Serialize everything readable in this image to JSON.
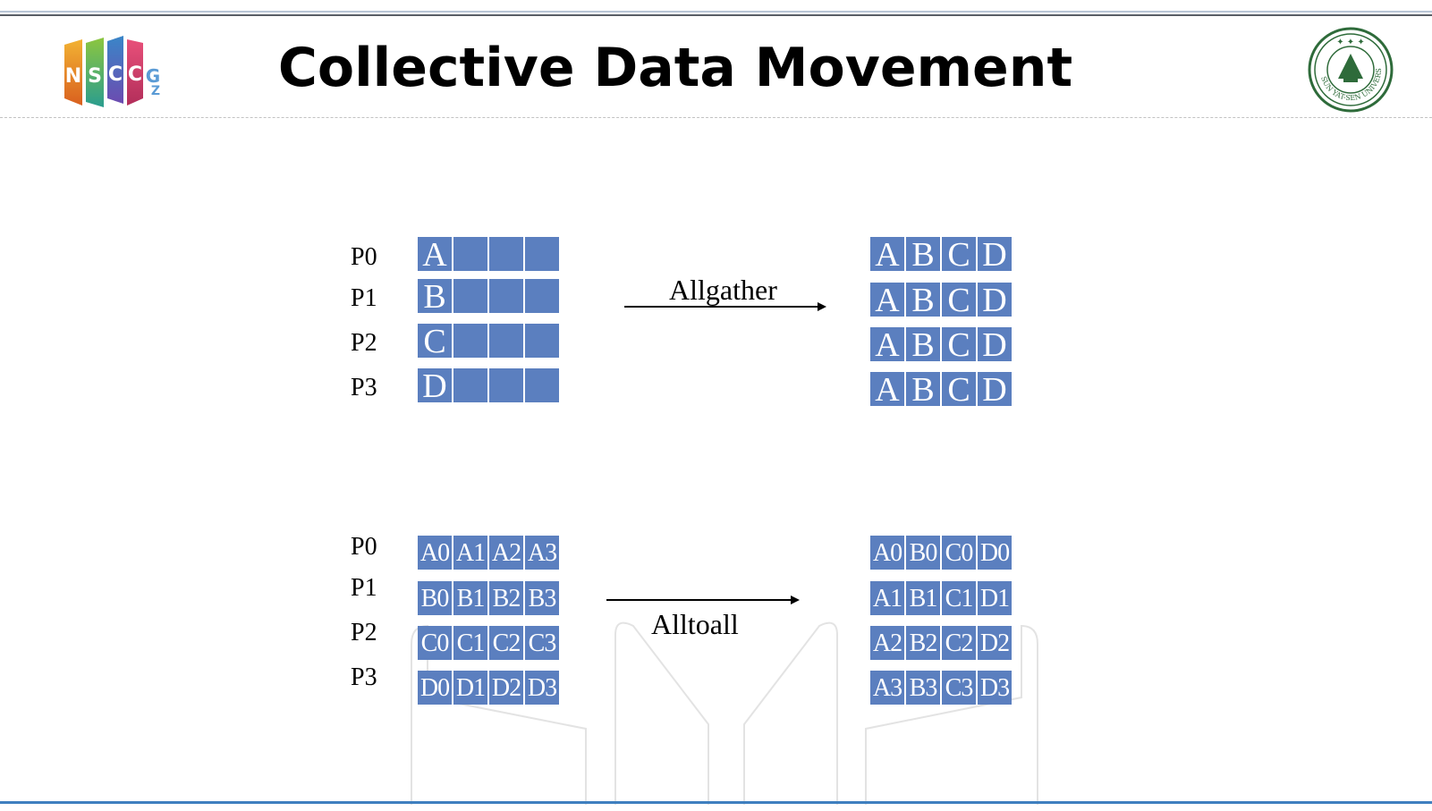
{
  "slide": {
    "title": "Collective Data Movement",
    "logos": {
      "left": "NSCC GZ",
      "right": "SUN YAT-SEN UNIVERSITY"
    }
  },
  "allgather": {
    "label": "Allgather",
    "processes": [
      "P0",
      "P1",
      "P2",
      "P3"
    ],
    "before": [
      [
        "A",
        "",
        "",
        ""
      ],
      [
        "B",
        "",
        "",
        ""
      ],
      [
        "C",
        "",
        "",
        ""
      ],
      [
        "D",
        "",
        "",
        ""
      ]
    ],
    "after": [
      [
        "A",
        "B",
        "C",
        "D"
      ],
      [
        "A",
        "B",
        "C",
        "D"
      ],
      [
        "A",
        "B",
        "C",
        "D"
      ],
      [
        "A",
        "B",
        "C",
        "D"
      ]
    ]
  },
  "alltoall": {
    "label": "Alltoall",
    "processes": [
      "P0",
      "P1",
      "P2",
      "P3"
    ],
    "before": [
      [
        "A0",
        "A1",
        "A2",
        "A3"
      ],
      [
        "B0",
        "B1",
        "B2",
        "B3"
      ],
      [
        "C0",
        "C1",
        "C2",
        "C3"
      ],
      [
        "D0",
        "D1",
        "D2",
        "D3"
      ]
    ],
    "after": [
      [
        "A0",
        "B0",
        "C0",
        "D0"
      ],
      [
        "A1",
        "B1",
        "C1",
        "D1"
      ],
      [
        "A2",
        "B2",
        "C2",
        "D2"
      ],
      [
        "A3",
        "B3",
        "C3",
        "D3"
      ]
    ]
  },
  "colors": {
    "cell": "#5b7fbf",
    "accent_line": "#3f7fbf",
    "seal_green": "#2e6b3a"
  },
  "icons": [
    "nsccgz-logo-icon",
    "sysu-seal-icon",
    "arrow-right-icon"
  ]
}
